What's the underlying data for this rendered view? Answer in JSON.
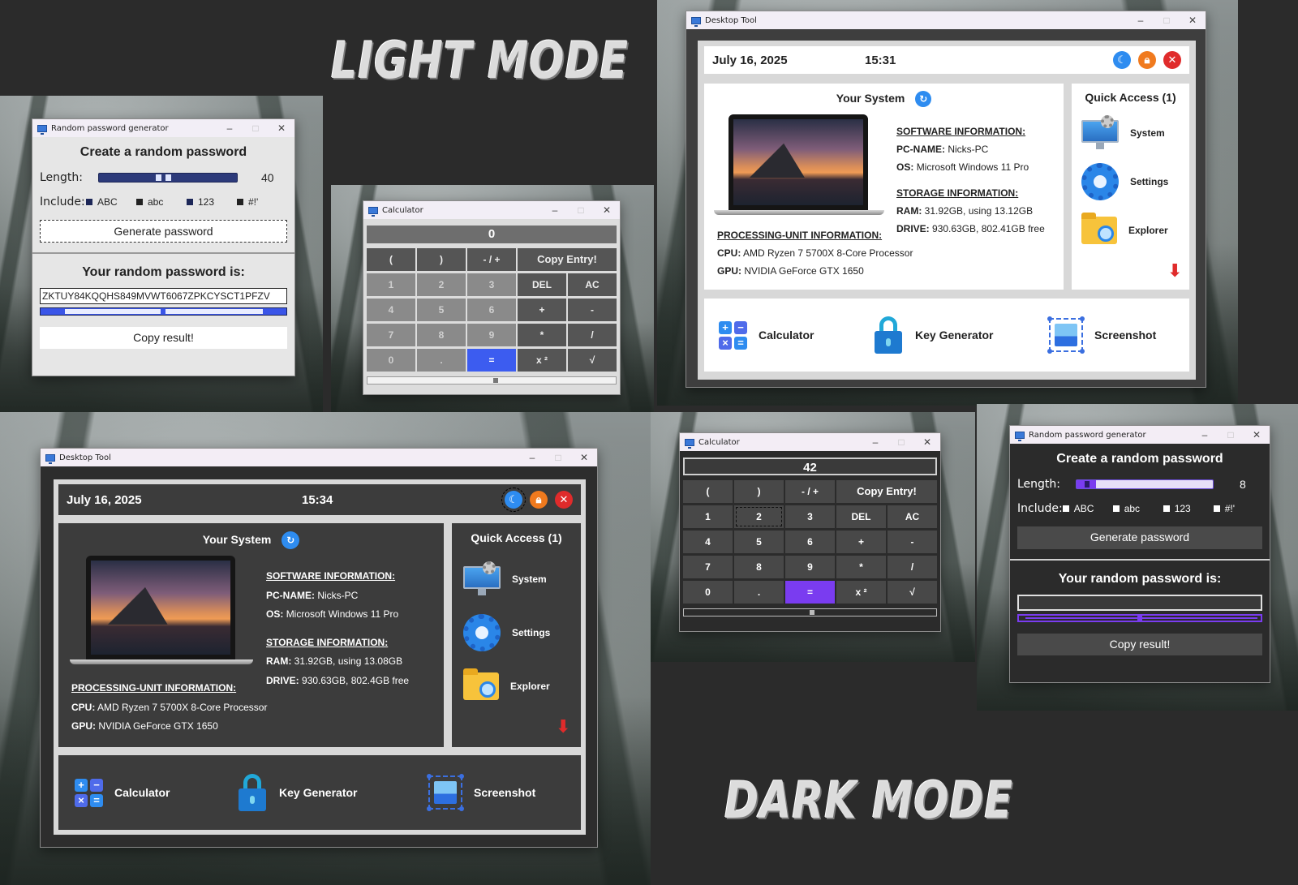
{
  "labels": {
    "light_mode": "LIGHT MODE",
    "dark_mode": "DARK MODE"
  },
  "pw_light": {
    "window_title": "Random password generator",
    "heading": "Create a random password",
    "length_label": "Length:",
    "length_value": "40",
    "include_label": "Include:",
    "options": [
      "ABC",
      "abc",
      "123",
      "#!'"
    ],
    "generate_button": "Generate password",
    "result_heading": "Your random password is:",
    "result_value": "ZKTUY84KQQHS849MVWT6067ZPKCYSCT1PFZV",
    "copy_button": "Copy result!"
  },
  "pw_dark": {
    "window_title": "Random password generator",
    "heading": "Create a random password",
    "length_label": "Length:",
    "length_value": "8",
    "include_label": "Include:",
    "options": [
      "ABC",
      "abc",
      "123",
      "#!'"
    ],
    "generate_button": "Generate password",
    "result_heading": "Your random password is:",
    "result_value": "",
    "copy_button": "Copy result!"
  },
  "calc_light": {
    "window_title": "Calculator",
    "display": "0",
    "keys": [
      "(",
      ")",
      "- / +",
      "Copy Entry!",
      "1",
      "2",
      "3",
      "DEL",
      "AC",
      "4",
      "5",
      "6",
      "+",
      "-",
      "7",
      "8",
      "9",
      "*",
      "/",
      "0",
      ".",
      "=",
      "x ²",
      "√"
    ]
  },
  "calc_dark": {
    "window_title": "Calculator",
    "display": "42",
    "keys": [
      "(",
      ")",
      "- / +",
      "Copy Entry!",
      "1",
      "2",
      "3",
      "DEL",
      "AC",
      "4",
      "5",
      "6",
      "+",
      "-",
      "7",
      "8",
      "9",
      "*",
      "/",
      "0",
      ".",
      "=",
      "x ²",
      "√"
    ]
  },
  "dt_light": {
    "window_title": "Desktop Tool",
    "date": "July 16, 2025",
    "time": "15:31",
    "your_system": "Your System",
    "software_header": "SOFTWARE INFORMATION:",
    "pc_name_label": "PC-NAME:",
    "pc_name": "Nicks-PC",
    "os_label": "OS:",
    "os": "Microsoft Windows 11 Pro",
    "storage_header": "STORAGE INFORMATION:",
    "ram_label": "RAM:",
    "ram": "31.92GB, using 13.12GB",
    "drive_label": "DRIVE:",
    "drive": "930.63GB, 802.41GB free",
    "processing_header": "PROCESSING-UNIT INFORMATION:",
    "cpu_label": "CPU:",
    "cpu": "AMD Ryzen 7 5700X 8-Core Processor",
    "gpu_label": "GPU:",
    "gpu": "NVIDIA GeForce GTX 1650",
    "quick_access": "Quick Access (1)",
    "qa_items": [
      "System",
      "Settings",
      "Explorer"
    ],
    "tools": [
      "Calculator",
      "Key Generator",
      "Screenshot"
    ]
  },
  "dt_dark": {
    "window_title": "Desktop Tool",
    "date": "July 16, 2025",
    "time": "15:34",
    "your_system": "Your System",
    "software_header": "SOFTWARE INFORMATION:",
    "pc_name_label": "PC-NAME:",
    "pc_name": "Nicks-PC",
    "os_label": "OS:",
    "os": "Microsoft Windows 11 Pro",
    "storage_header": "STORAGE INFORMATION:",
    "ram_label": "RAM:",
    "ram": "31.92GB, using 13.08GB",
    "drive_label": "DRIVE:",
    "drive": "930.63GB, 802.4GB free",
    "processing_header": "PROCESSING-UNIT INFORMATION:",
    "cpu_label": "CPU:",
    "cpu": "AMD Ryzen 7 5700X 8-Core Processor",
    "gpu_label": "GPU:",
    "gpu": "NVIDIA GeForce GTX 1650",
    "quick_access": "Quick Access (1)",
    "qa_items": [
      "System",
      "Settings",
      "Explorer"
    ],
    "tools": [
      "Calculator",
      "Key Generator",
      "Screenshot"
    ]
  },
  "colors": {
    "accent_blue": "#3c5cf0",
    "accent_purple": "#7a3cf0",
    "danger_red": "#e02b2b",
    "orange": "#f07a1e"
  }
}
